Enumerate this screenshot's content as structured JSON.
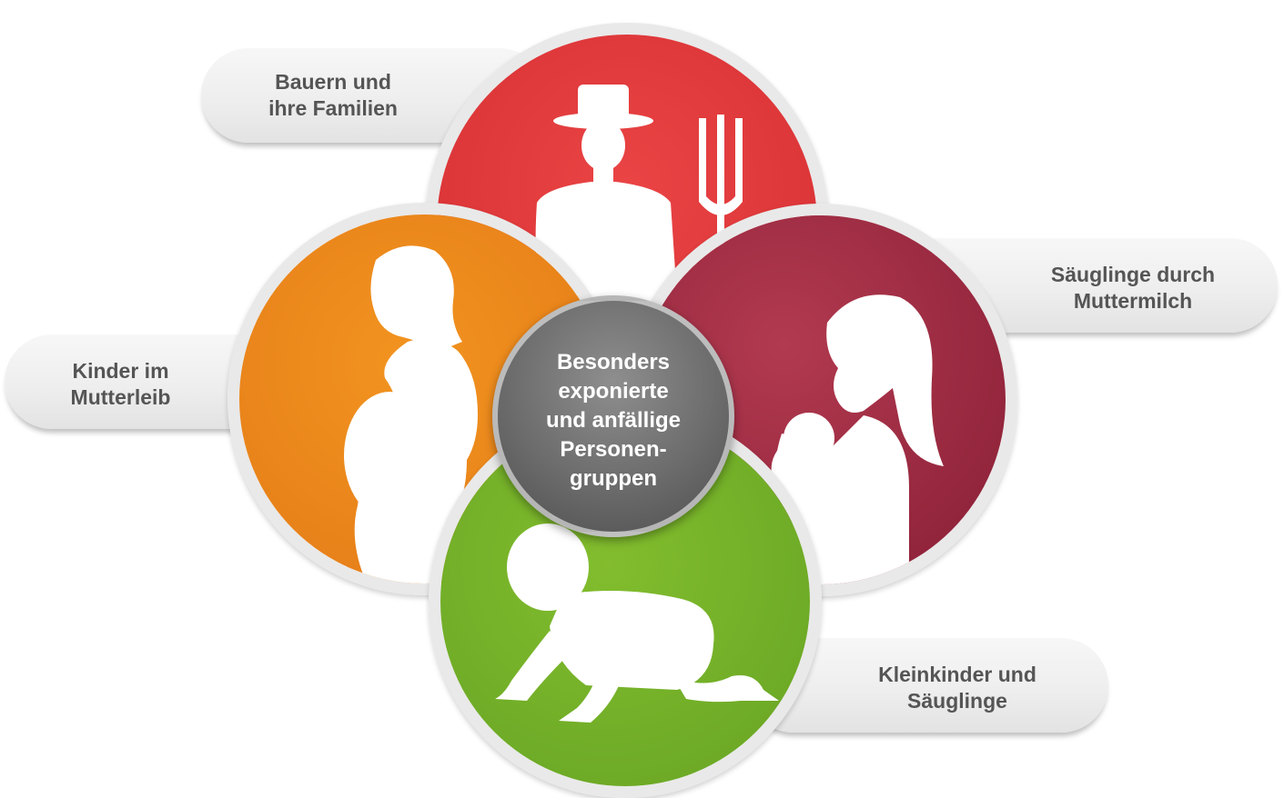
{
  "colors": {
    "farmer_circle": "#e43d3e",
    "mother_circle": "#ab3248",
    "pregnant_circle": "#ef8b1e",
    "baby_circle": "#78b52a",
    "center_circle": "#6c6c6c",
    "label_text": "#555555",
    "silhouette": "#ffffff"
  },
  "diagram": {
    "center_label": "Besonders\nexponierte\nund anfällige\nPersonen-\ngruppen",
    "groups": [
      {
        "label": "Bauern und\nihre Familien",
        "icon": "farmer-with-pitchfork-icon"
      },
      {
        "label": "Säuglinge durch\nMuttermilch",
        "icon": "breastfeeding-mother-icon"
      },
      {
        "label": "Kinder im\nMutterleib",
        "icon": "pregnant-woman-icon"
      },
      {
        "label": "Kleinkinder und\nSäuglinge",
        "icon": "crawling-baby-icon"
      }
    ]
  }
}
